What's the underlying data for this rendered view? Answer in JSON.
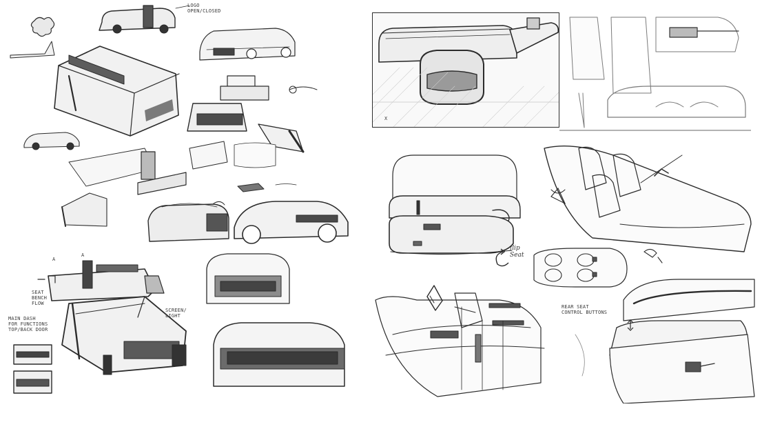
{
  "annotations": {
    "logo_note": "LOGO\nOPEN/CLOSED",
    "seat_note": "SEAT\nBENCH\nFLOW",
    "main_dash_note": "MAIN DASH\nFOR FUNCTIONS\nTOP/BACK DOOR",
    "screen_light_note": "SCREEN/\nLIGHT",
    "letter_a1": "A",
    "letter_a2": "A",
    "flip_seat_note": "flip\nSeat",
    "rear_seat_note": "REAR SEAT\nCONTROL BUTTONS",
    "grip_note": "x"
  },
  "colors": {
    "line": "#2b2b2b",
    "light_line": "#8a8a8a",
    "shade": "#6b6b6b",
    "paper": "#ffffff",
    "paper_grey": "#f4f4f4"
  },
  "icons": [
    "flip-arrow-icon",
    "control-arrow-icon"
  ]
}
